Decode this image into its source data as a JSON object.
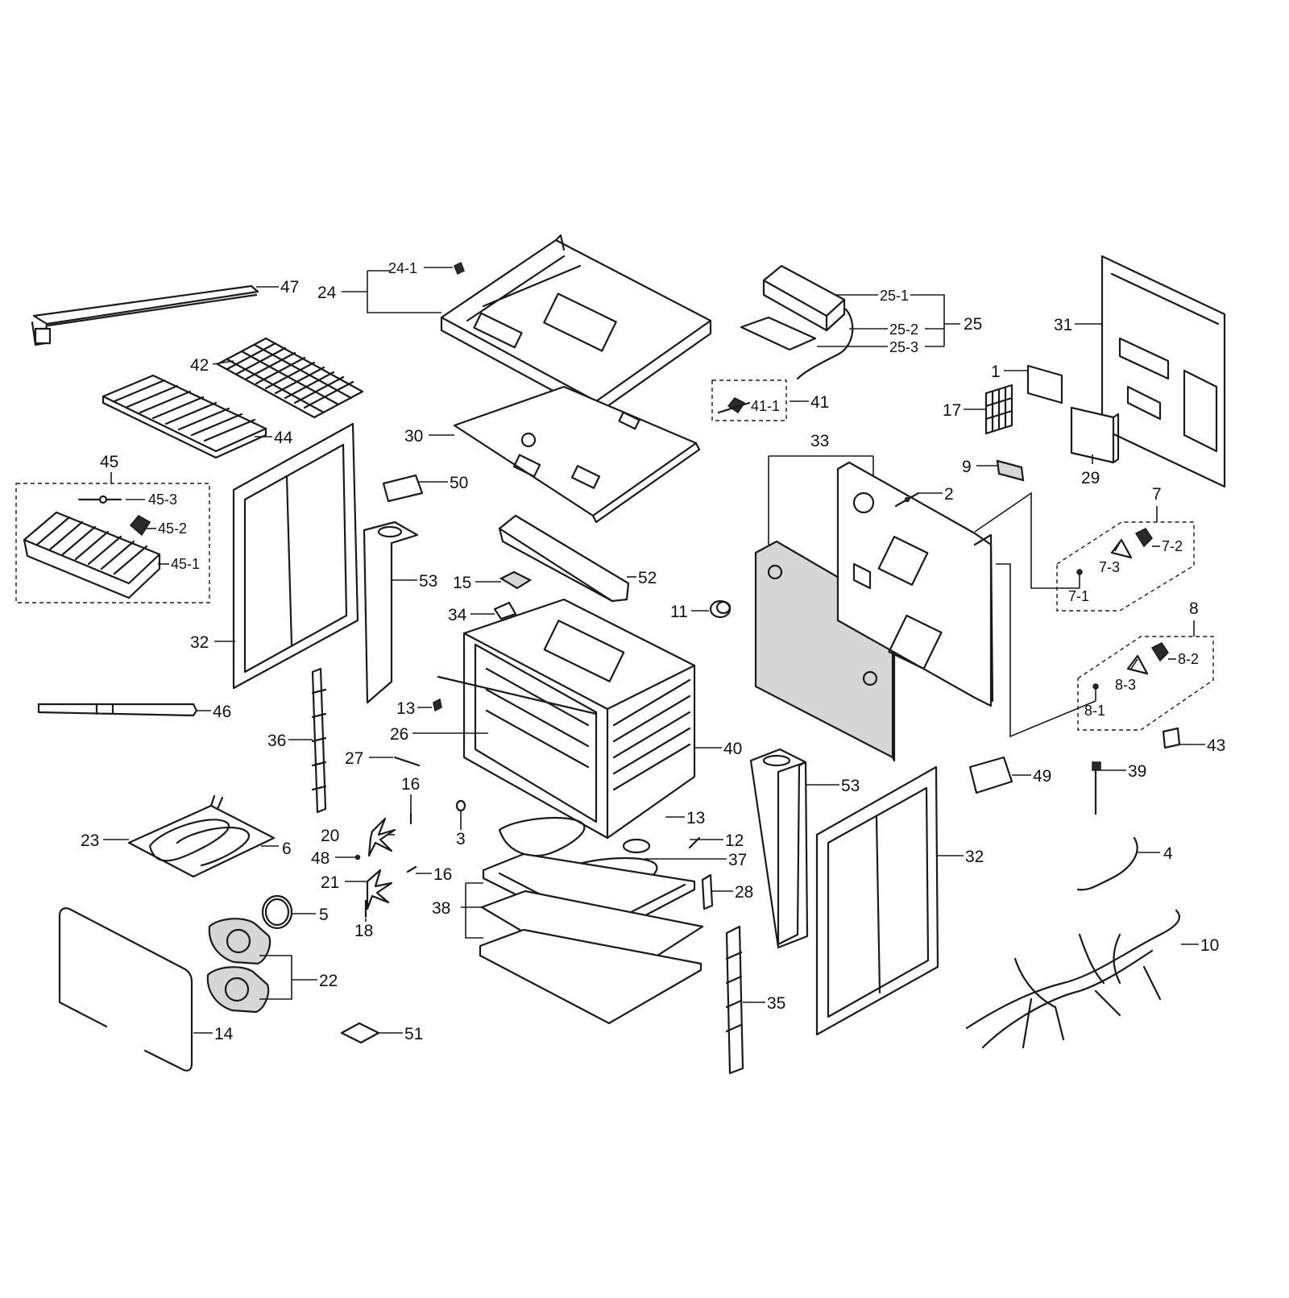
{
  "diagram": {
    "callouts": [
      {
        "id": "c47",
        "label": "47"
      },
      {
        "id": "c24",
        "label": "24"
      },
      {
        "id": "c24-1",
        "label": "24-1"
      },
      {
        "id": "c25-1",
        "label": "25-1"
      },
      {
        "id": "c25",
        "label": "25"
      },
      {
        "id": "c25-2",
        "label": "25-2"
      },
      {
        "id": "c25-3",
        "label": "25-3"
      },
      {
        "id": "c31",
        "label": "31"
      },
      {
        "id": "c42",
        "label": "42"
      },
      {
        "id": "c44",
        "label": "44"
      },
      {
        "id": "c41",
        "label": "41"
      },
      {
        "id": "c41-1",
        "label": "41-1"
      },
      {
        "id": "c1",
        "label": "1"
      },
      {
        "id": "c17",
        "label": "17"
      },
      {
        "id": "c30",
        "label": "30"
      },
      {
        "id": "c33",
        "label": "33"
      },
      {
        "id": "c29",
        "label": "29"
      },
      {
        "id": "c45",
        "label": "45"
      },
      {
        "id": "c45-3",
        "label": "45-3"
      },
      {
        "id": "c45-2",
        "label": "45-2"
      },
      {
        "id": "c45-1",
        "label": "45-1"
      },
      {
        "id": "c50",
        "label": "50"
      },
      {
        "id": "c9",
        "label": "9"
      },
      {
        "id": "c2",
        "label": "2"
      },
      {
        "id": "c7",
        "label": "7"
      },
      {
        "id": "c7-2",
        "label": "7-2"
      },
      {
        "id": "c7-3",
        "label": "7-3"
      },
      {
        "id": "c7-1",
        "label": "7-1"
      },
      {
        "id": "c53a",
        "label": "53"
      },
      {
        "id": "c15",
        "label": "15"
      },
      {
        "id": "c52",
        "label": "52"
      },
      {
        "id": "c11",
        "label": "11"
      },
      {
        "id": "c34",
        "label": "34"
      },
      {
        "id": "c32a",
        "label": "32"
      },
      {
        "id": "c8",
        "label": "8"
      },
      {
        "id": "c8-2",
        "label": "8-2"
      },
      {
        "id": "c8-3",
        "label": "8-3"
      },
      {
        "id": "c8-1",
        "label": "8-1"
      },
      {
        "id": "c13a",
        "label": "13"
      },
      {
        "id": "c46",
        "label": "46"
      },
      {
        "id": "c26",
        "label": "26"
      },
      {
        "id": "c36",
        "label": "36"
      },
      {
        "id": "c40",
        "label": "40"
      },
      {
        "id": "c43",
        "label": "43"
      },
      {
        "id": "c27",
        "label": "27"
      },
      {
        "id": "c16a",
        "label": "16"
      },
      {
        "id": "c53b",
        "label": "53"
      },
      {
        "id": "c49",
        "label": "49"
      },
      {
        "id": "c39",
        "label": "39"
      },
      {
        "id": "c13b",
        "label": "13"
      },
      {
        "id": "c20",
        "label": "20"
      },
      {
        "id": "c3",
        "label": "3"
      },
      {
        "id": "c23",
        "label": "23"
      },
      {
        "id": "c6",
        "label": "6"
      },
      {
        "id": "c12",
        "label": "12"
      },
      {
        "id": "c48",
        "label": "48"
      },
      {
        "id": "c37",
        "label": "37"
      },
      {
        "id": "c32b",
        "label": "32"
      },
      {
        "id": "c4",
        "label": "4"
      },
      {
        "id": "c21",
        "label": "21"
      },
      {
        "id": "c16b",
        "label": "16"
      },
      {
        "id": "c28",
        "label": "28"
      },
      {
        "id": "c5",
        "label": "5"
      },
      {
        "id": "c38",
        "label": "38"
      },
      {
        "id": "c18",
        "label": "18"
      },
      {
        "id": "c10",
        "label": "10"
      },
      {
        "id": "c22",
        "label": "22"
      },
      {
        "id": "c35",
        "label": "35"
      },
      {
        "id": "c14",
        "label": "14"
      },
      {
        "id": "c51",
        "label": "51"
      }
    ]
  }
}
